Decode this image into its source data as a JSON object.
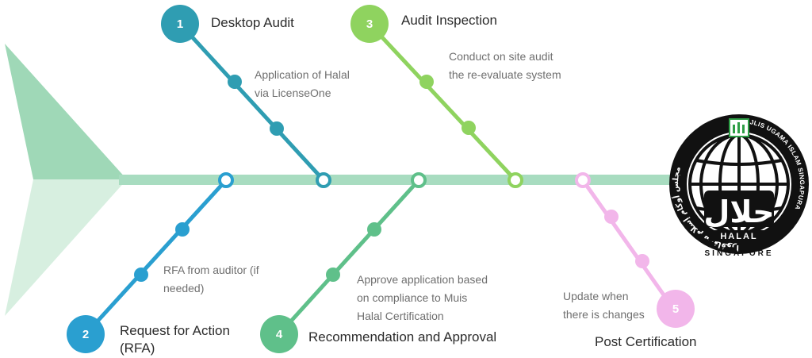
{
  "colors": {
    "spine": "#a8dcc0",
    "head_top": "#9fd8b7",
    "head_bottom": "#d7efe0",
    "step1": "#2f9db2",
    "step2": "#2a9fd0",
    "step3": "#8fd35f",
    "step4": "#5fc08a",
    "step5": "#f2b6ea",
    "logo_dark": "#111111",
    "logo_green": "#2e9e46"
  },
  "steps": [
    {
      "number": "1",
      "title": "Desktop Audit",
      "description": [
        "Application of Halal",
        "via LicenseOne"
      ]
    },
    {
      "number": "2",
      "title": [
        "Request for Action",
        "(RFA)"
      ],
      "description": [
        "RFA from auditor (if",
        "needed)"
      ]
    },
    {
      "number": "3",
      "title": "Audit Inspection",
      "description": [
        "Conduct on site audit",
        "the re-evaluate system"
      ]
    },
    {
      "number": "4",
      "title": "Recommendation and Approval",
      "description": [
        "Approve application based",
        "on compliance to Muis",
        "Halal Certification"
      ]
    },
    {
      "number": "5",
      "title": "Post Certification",
      "description": [
        "Update when",
        "there is changes"
      ]
    }
  ],
  "logo": {
    "badge": "HALAL",
    "country": "SINGAPORE",
    "ring_text": "MAJLIS UGAMA ISLAM SINGAPURA",
    "arabic_ring": "مجلس أوڬام إسلام سيڠاڤورا",
    "arabic_word": "حلال",
    "icon": "mosque-emblem-icon"
  }
}
